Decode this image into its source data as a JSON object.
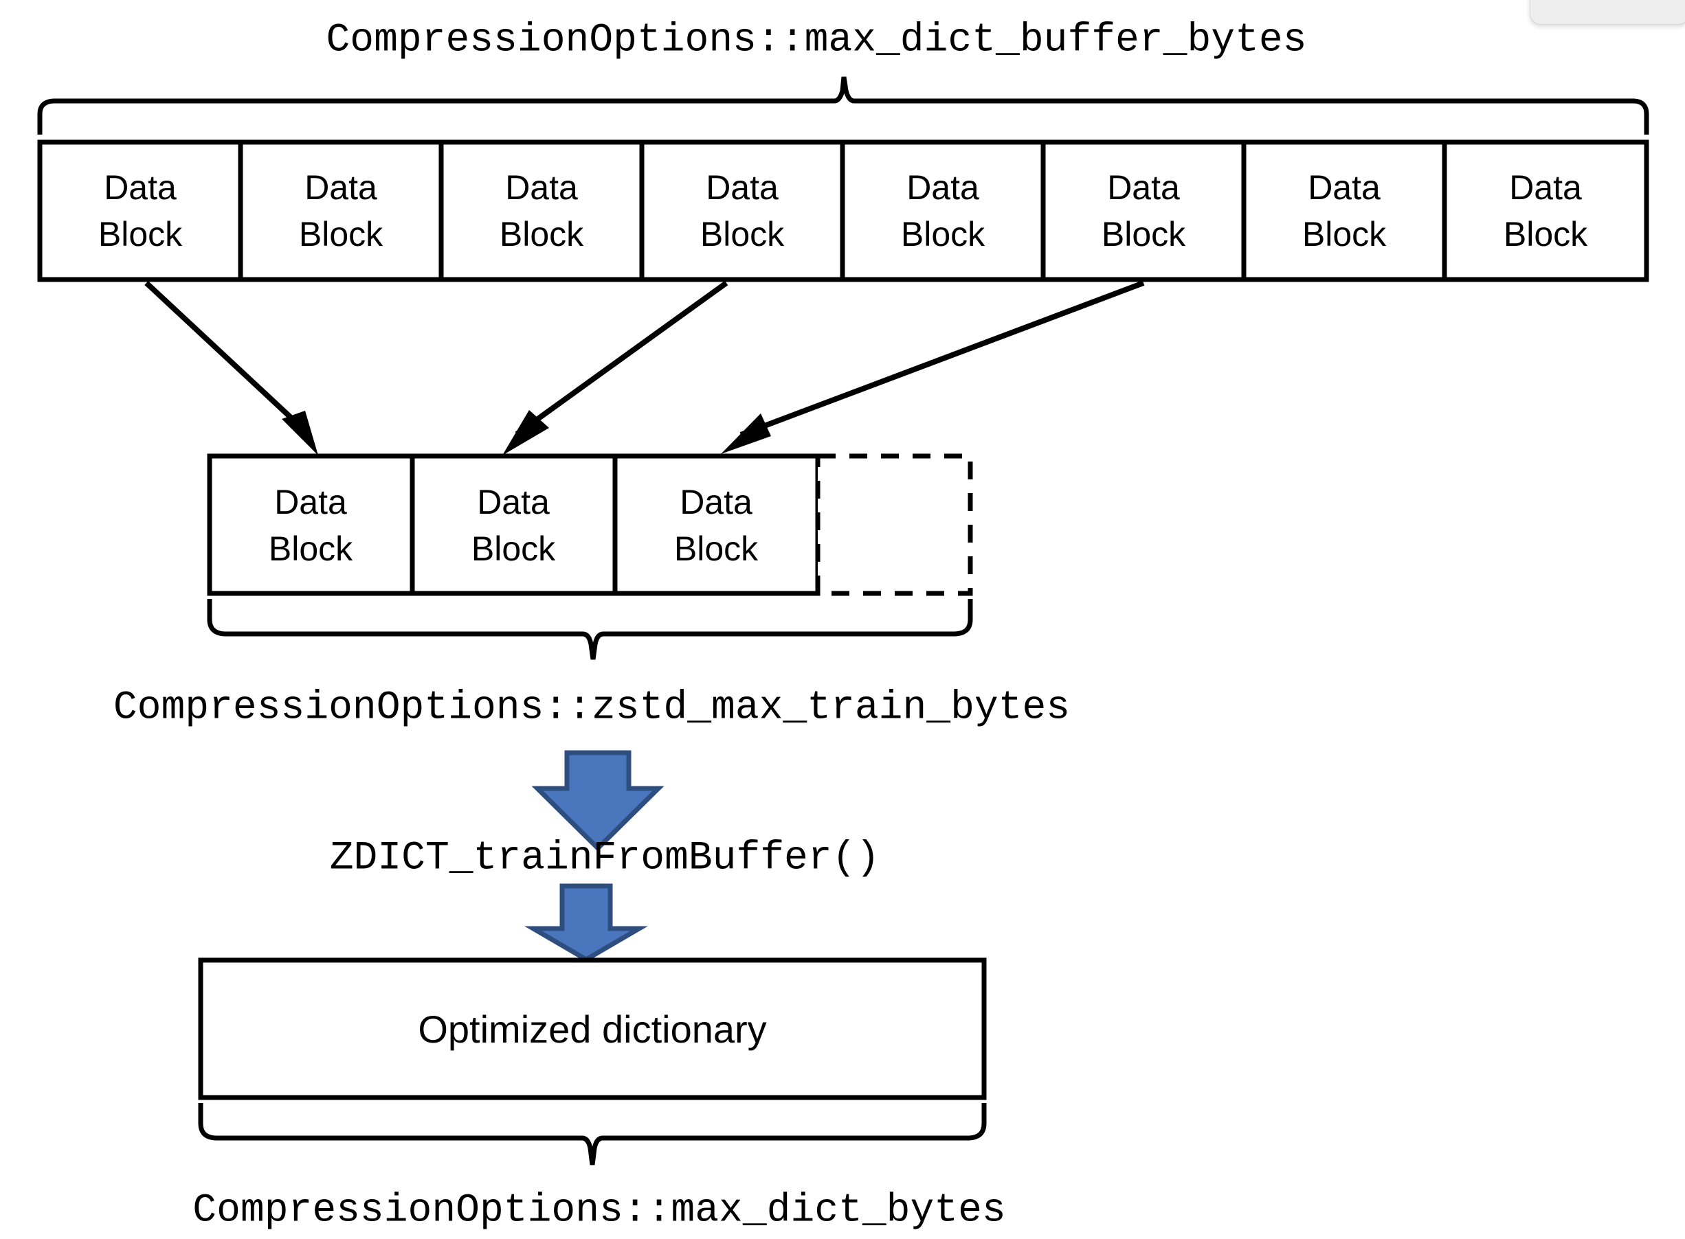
{
  "diagram": {
    "title_label": "CompressionOptions::max_dict_buffer_bytes",
    "train_label": "CompressionOptions::zstd_max_train_bytes",
    "function_label": "ZDICT_trainFromBuffer()",
    "dict_label": "CompressionOptions::max_dict_bytes",
    "dictionary_box_label": "Optimized dictionary",
    "colors": {
      "stroke": "#000000",
      "background": "#ffffff",
      "arrow_fill": "#4A76BE",
      "arrow_border": "#2E4E80"
    },
    "top_row": {
      "block_line1": "Data",
      "block_line2": "Block",
      "blocks": [
        {
          "line1": "Data",
          "line2": "Block"
        },
        {
          "line1": "Data",
          "line2": "Block"
        },
        {
          "line1": "Data",
          "line2": "Block"
        },
        {
          "line1": "Data",
          "line2": "Block"
        },
        {
          "line1": "Data",
          "line2": "Block"
        },
        {
          "line1": "Data",
          "line2": "Block"
        },
        {
          "line1": "Data",
          "line2": "Block"
        },
        {
          "line1": "Data",
          "line2": "Block"
        }
      ]
    },
    "sample_row": {
      "blocks": [
        {
          "line1": "Data",
          "line2": "Block",
          "style": "solid"
        },
        {
          "line1": "Data",
          "line2": "Block",
          "style": "solid"
        },
        {
          "line1": "Data",
          "line2": "Block",
          "style": "solid"
        },
        {
          "line1": "",
          "line2": "",
          "style": "dashed"
        }
      ]
    },
    "arrows": {
      "sampling_arrow_count": 3,
      "blue_arrow_count": 2
    }
  }
}
